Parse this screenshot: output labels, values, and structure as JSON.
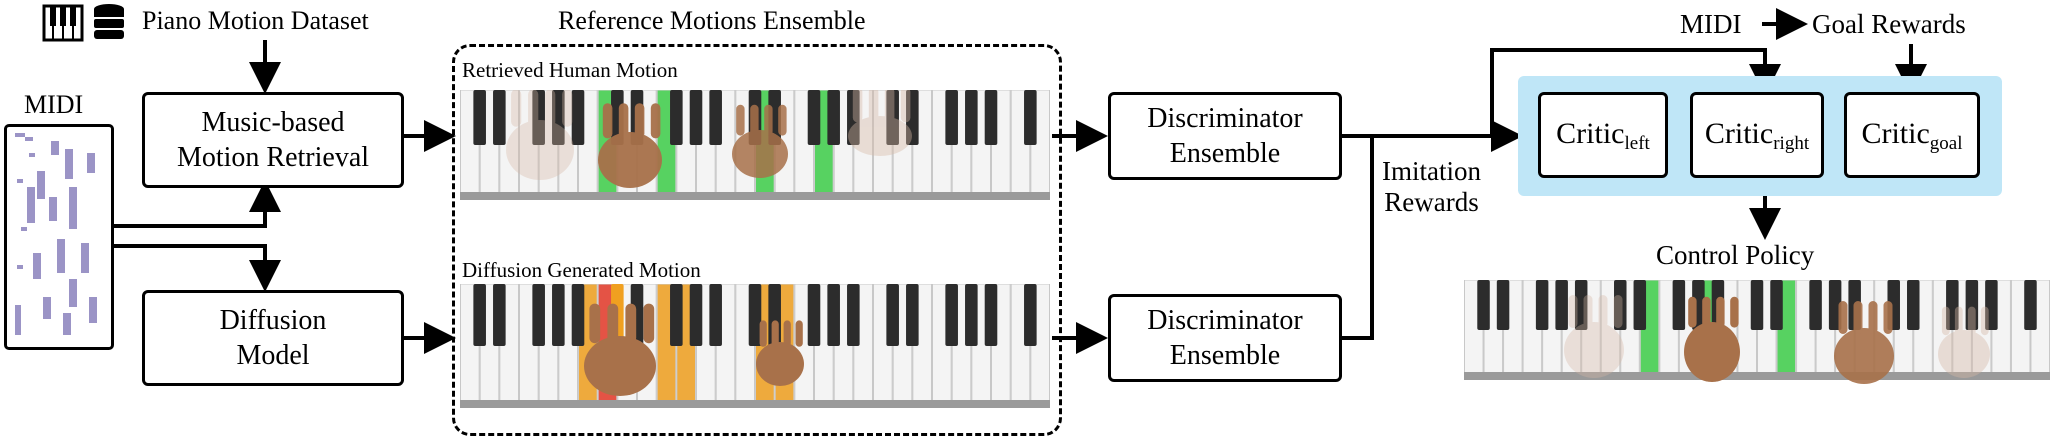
{
  "dataset": {
    "icons": [
      "piano-icon",
      "database-icon"
    ],
    "label": "Piano Motion Dataset"
  },
  "midi": {
    "label": "MIDI"
  },
  "retrieval": {
    "line1": "Music-based",
    "line2": "Motion Retrieval"
  },
  "diffusion": {
    "line1": "Diffusion",
    "line2": "Model"
  },
  "ensemble": {
    "title": "Reference Motions Ensemble",
    "retrieved_label": "Retrieved Human Motion",
    "generated_label": "Diffusion Generated Motion"
  },
  "discriminators": [
    {
      "line1": "Discriminator",
      "line2": "Ensemble"
    },
    {
      "line1": "Discriminator",
      "line2": "Ensemble"
    }
  ],
  "imitation": {
    "line1": "Imitation",
    "line2": "Rewards"
  },
  "goal": {
    "midi": "MIDI",
    "label": "Goal Rewards"
  },
  "critics": [
    {
      "base": "Critic",
      "sub": "left"
    },
    {
      "base": "Critic",
      "sub": "right"
    },
    {
      "base": "Critic",
      "sub": "goal"
    }
  ],
  "policy": {
    "label": "Control Policy"
  },
  "colors": {
    "critic_panel": "#bfe6f7",
    "midi_note": "#9b94c6",
    "highlight_green": "#3fcf4a",
    "highlight_orange": "#f0a020",
    "highlight_red": "#e43a2a",
    "hand": "#a8714a"
  }
}
